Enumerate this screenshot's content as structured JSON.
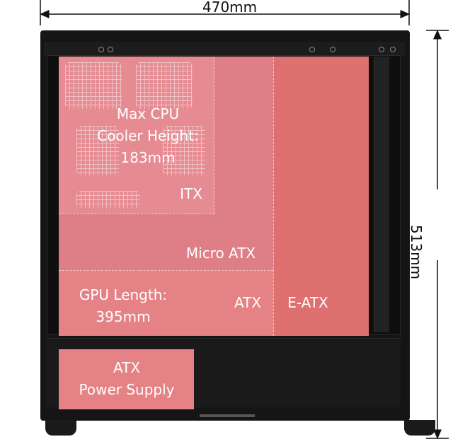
{
  "dimensions": {
    "width_label": "470mm",
    "height_label": "513mm"
  },
  "zones": {
    "cpu_cooler": {
      "line1": "Max CPU",
      "line2": "Cooler Height:",
      "line3": "183mm"
    },
    "itx": "ITX",
    "micro_atx": "Micro ATX",
    "gpu_length": {
      "line1": "GPU Length:",
      "line2": "395mm"
    },
    "atx": "ATX",
    "eatx": "E-ATX",
    "psu": {
      "line1": "ATX",
      "line2": "Power Supply"
    }
  },
  "colors": {
    "case": "#151515",
    "zone_pink": "#e58285",
    "label": "#ffffff",
    "dimension": "#111111"
  }
}
